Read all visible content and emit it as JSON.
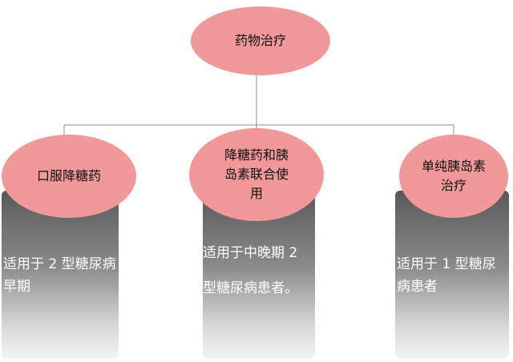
{
  "colors": {
    "ellipse_fill": "#f0989a",
    "connector": "#8c8c8c",
    "card_top": "#595959",
    "card_bottom": "#f3f3f3",
    "card_text": "#ffffff"
  },
  "root": {
    "label": "药物治疗"
  },
  "branches": [
    {
      "label": "口服降糖药",
      "description": "适用于 2 型糖尿病早期"
    },
    {
      "label": "降糖药和胰岛素联合使用",
      "description": "适用于中晚期 2 型糖尿病患者。"
    },
    {
      "label": "单纯胰岛素治疗",
      "description": "适用于 1 型糖尿病患者"
    }
  ]
}
